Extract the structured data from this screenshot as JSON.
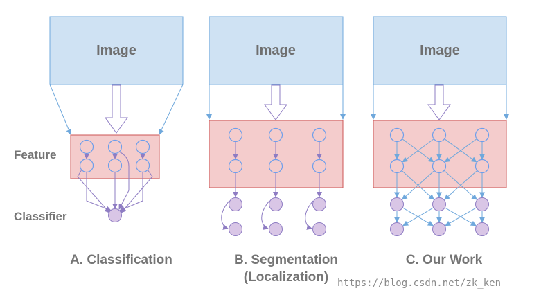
{
  "row_labels": {
    "feature": "Feature",
    "classifier": "Classifier"
  },
  "panels": [
    {
      "image_label": "Image",
      "caption_line1": "A. Classification",
      "caption_line2": ""
    },
    {
      "image_label": "Image",
      "caption_line1": "B. Segmentation",
      "caption_line2": "(Localization)"
    },
    {
      "image_label": "Image",
      "caption_line1": "C. Our Work",
      "caption_line2": ""
    }
  ],
  "watermark": "https://blog.csdn.net/zk_ken",
  "colors": {
    "image_fill": "#cfe2f3",
    "image_stroke": "#6fa8dc",
    "feature_fill": "#f4cccc",
    "feature_stroke": "#cc5555",
    "circle_stroke_feature": "#6d9eeb",
    "classifier_fill": "#d9c6e6",
    "classifier_stroke": "#8e7cc3",
    "arrow_blue": "#6fa8dc",
    "arrow_purple": "#8e7cc3"
  }
}
